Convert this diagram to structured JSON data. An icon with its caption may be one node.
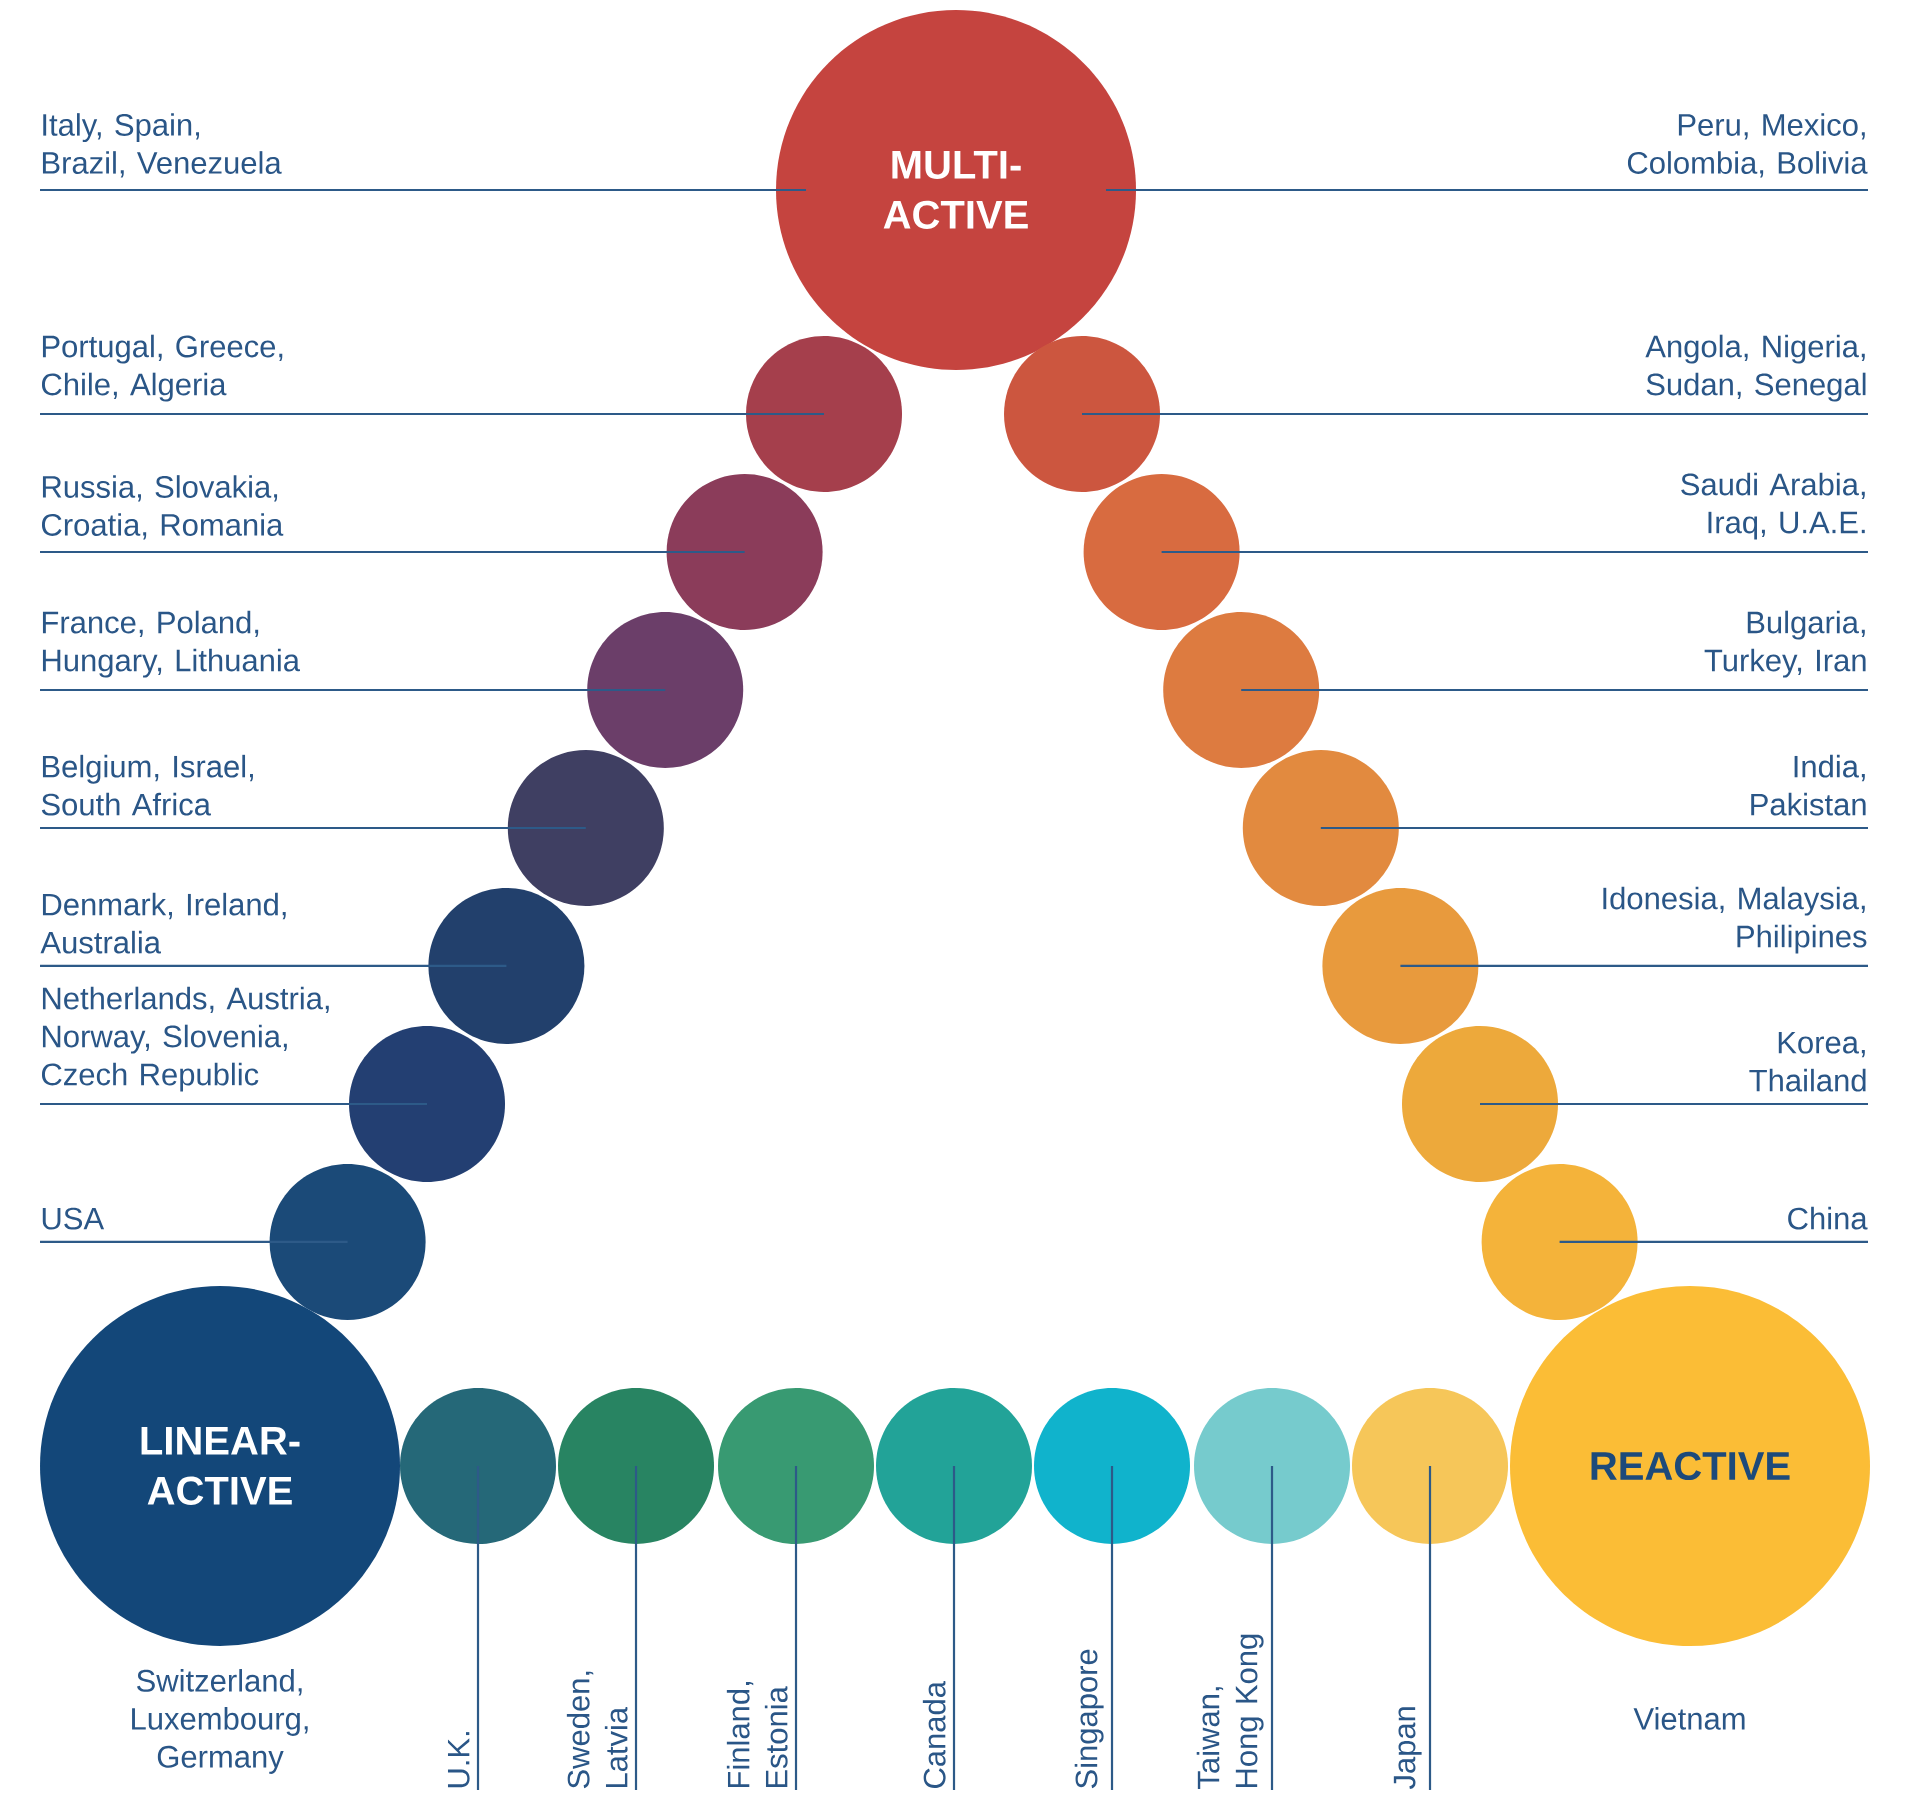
{
  "diagram": {
    "nodes": [
      {
        "text": [
          "Italy, Spain, Brazil, Venezuela"
        ]
      },
      {
        "text": [
          "MULTI-ACTIVE"
        ]
      },
      {
        "text": [
          "Peru, Mexico, Colombia, Bolivia"
        ]
      },
      {
        "text": [
          "Portugal, Greece, Chile, Algeria"
        ]
      },
      {
        "text": [],
        "shape": "circle"
      },
      {
        "text": [],
        "shape": "circle"
      },
      {
        "text": [
          "Angola, Nigeria, Sudan, Senegal"
        ]
      },
      {
        "text": [
          "Russia, Slovakia, Croatia, Romania"
        ]
      },
      {
        "text": [],
        "shape": "circle"
      },
      {
        "text": [],
        "shape": "circle"
      },
      {
        "text": [
          "Saudi Arabia, Iraq, U.A.E."
        ]
      },
      {
        "text": [
          "France, Poland, Hungary, Lithuania"
        ]
      },
      {
        "text": [],
        "shape": "circle"
      },
      {
        "text": [],
        "shape": "circle"
      },
      {
        "text": [
          "Bulgaria, Turkey, Iran"
        ]
      },
      {
        "text": [
          "Belgium, Israel, South Africa"
        ]
      },
      {
        "text": [],
        "shape": "circle"
      },
      {
        "text": [],
        "shape": "circle"
      },
      {
        "text": [
          "India, Pakistan"
        ]
      },
      {
        "text": [
          "Denmark, Ireland, Australia"
        ]
      },
      {
        "text": [],
        "shape": "circle"
      },
      {
        "text": [],
        "shape": "circle"
      },
      {
        "text": [
          "Idonesia, Malaysia, Philipines"
        ]
      },
      {
        "text": [
          "Netherlands, Austria, Norway, Slovenia, Czech Republic"
        ]
      },
      {
        "text": [],
        "shape": "circle"
      },
      {
        "text": [],
        "shape": "circle"
      },
      {
        "text": [
          "Korea, Thailand"
        ]
      },
      {
        "text": [
          "USA"
        ]
      },
      {
        "text": [],
        "shape": "circle"
      },
      {
        "text": [],
        "shape": "circle"
      },
      {
        "text": [
          "China"
        ]
      },
      {
        "text": [
          "LINEAR-ACTIVE"
        ],
        "beside": [
          "Switzerland, Luxembourg, Germany"
        ]
      },
      {
        "text": [],
        "shape": "circle"
      },
      {
        "text": [],
        "shape": "circle"
      },
      {
        "text": [],
        "shape": "circle"
      },
      {
        "text": [],
        "shape": "circle"
      },
      {
        "text": [],
        "shape": "circle"
      },
      {
        "text": [],
        "shape": "circle"
      },
      {
        "text": [],
        "shape": "circle"
      },
      {
        "text": [
          "REACTIVE"
        ],
        "beside": [
          "Vietnam"
        ]
      },
      {
        "text": [
          "U.K."
        ]
      },
      {
        "text": [
          "Sweden, Latvia"
        ]
      },
      {
        "text": [
          "Finland, Estonia"
        ]
      },
      {
        "text": [
          "Canada"
        ]
      },
      {
        "text": [
          "Singapore"
        ]
      },
      {
        "text": [
          "Taiwan, Hong Kong"
        ]
      },
      {
        "text": [
          "Japan"
        ]
      }
    ],
    "edges": [
      {
        "from": 0,
        "to": 1,
        "arrow": "none"
      },
      {
        "from": 2,
        "to": 1,
        "arrow": "none"
      },
      {
        "from": 3,
        "to": 4,
        "arrow": "none"
      },
      {
        "from": 6,
        "to": 5,
        "arrow": "none"
      },
      {
        "from": 7,
        "to": 8,
        "arrow": "none"
      },
      {
        "from": 10,
        "to": 9,
        "arrow": "none"
      },
      {
        "from": 11,
        "to": 12,
        "arrow": "none"
      },
      {
        "from": 14,
        "to": 13,
        "arrow": "none"
      },
      {
        "from": 15,
        "to": 16,
        "arrow": "none"
      },
      {
        "from": 18,
        "to": 17,
        "arrow": "none"
      },
      {
        "from": 19,
        "to": 20,
        "arrow": "none"
      },
      {
        "from": 22,
        "to": 21,
        "arrow": "none"
      },
      {
        "from": 23,
        "to": 24,
        "arrow": "none"
      },
      {
        "from": 26,
        "to": 25,
        "arrow": "none"
      },
      {
        "from": 27,
        "to": 28,
        "arrow": "none"
      },
      {
        "from": 30,
        "to": 29,
        "arrow": "none"
      },
      {
        "from": 40,
        "to": 32,
        "arrow": "none"
      },
      {
        "from": 41,
        "to": 33,
        "arrow": "none"
      },
      {
        "from": 42,
        "to": 34,
        "arrow": "none"
      },
      {
        "from": 43,
        "to": 35,
        "arrow": "none"
      },
      {
        "from": 44,
        "to": 36,
        "arrow": "none"
      },
      {
        "from": 45,
        "to": 37,
        "arrow": "none"
      },
      {
        "from": 46,
        "to": 38,
        "arrow": "none"
      }
    ]
  }
}
